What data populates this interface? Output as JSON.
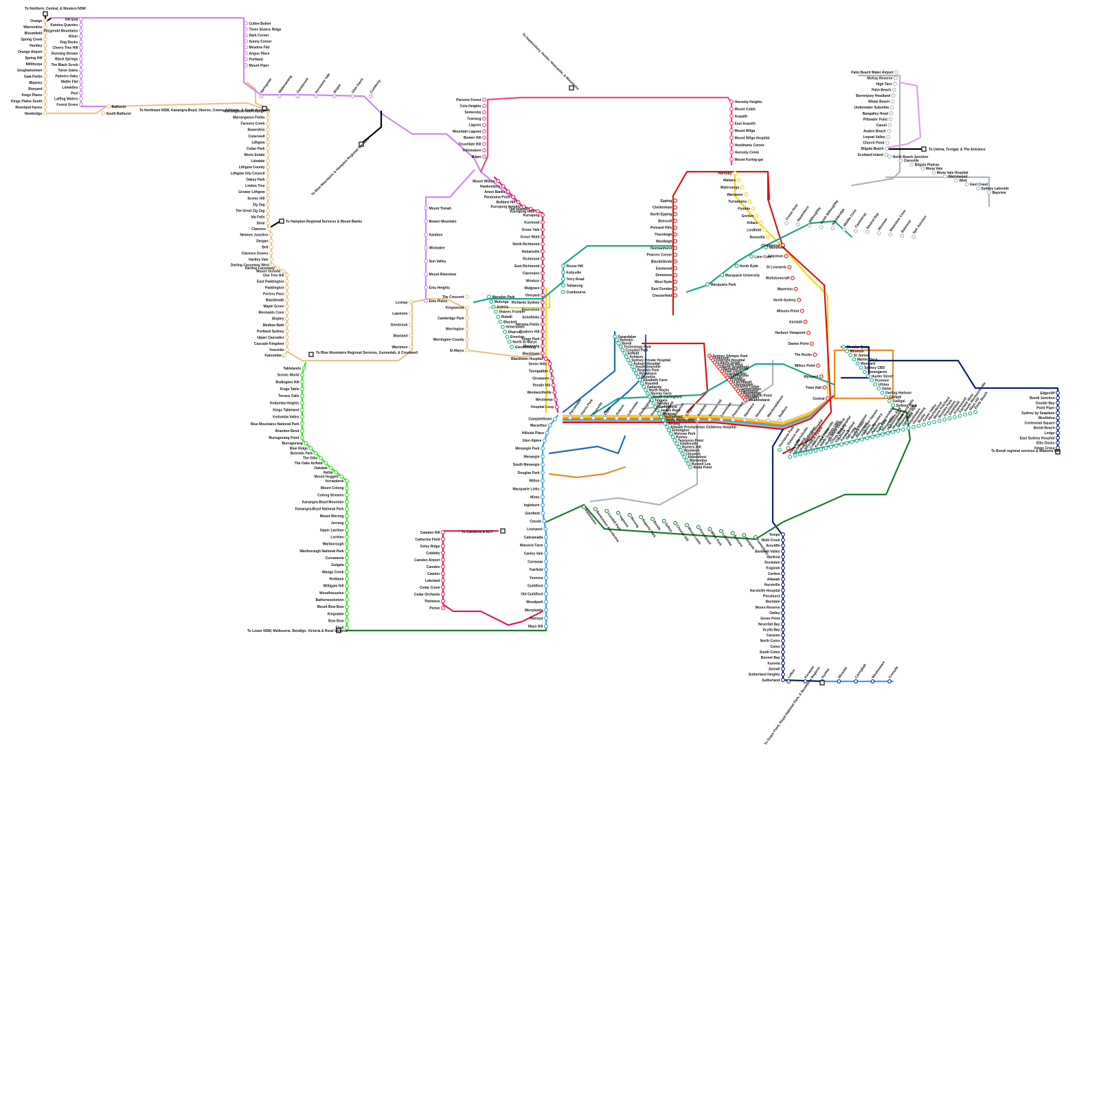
{
  "colors": {
    "purple": "#cc88ee",
    "tan": "#e8c48a",
    "green": "#33dd22",
    "darkgreen": "#1a7a2a",
    "teal": "#1aa58a",
    "red": "#dd1111",
    "blue": "#1e6ab0",
    "navy": "#0a1f6e",
    "pink": "#ee4488",
    "magenta": "#dd1a66",
    "orange": "#ee8822",
    "yellow": "#ffd400",
    "lilac": "#e0a0e8",
    "grey": "#aab4c0",
    "lime": "#c8e64a",
    "skyblue": "#40a0e0",
    "black": "#000000"
  },
  "destinations": {
    "northern": "To Northern, Central, & Western NSW",
    "northeast": "To Northeast NSW, Kanangra-Boyd, Oberon, Cowra, Adelaide, & South Australia",
    "hampton": "To Hampton Regional Services & Mount Banks",
    "bluemtns_gunnedah": "To Blue Mountains Regional Services, Gunnedah, & Crookwell",
    "bluemtns_hampton": "To Blue Mountains & Hampton Regional Services",
    "hawkesbury": "To Hawkesbury, Hunter, Newcastle, & Mountains",
    "umina": "To Umina, Terrigal, & The Entrance",
    "canberra": "To Canberra & ACT",
    "lower_nsw": "To Lower NSW, Melbourne, Bendigo, Victoria & Rural Victoria",
    "bondi": "To Bondi regional services & Watsons Bay",
    "cronulla": "To Grays Point, Royal National Park, & Bundeena Regions"
  },
  "stations": {
    "orange_line": [
      "Orange",
      "Warrendine",
      "Bloomfield",
      "Spring Creek",
      "Huntley",
      "Orange Airport",
      "Spring Hill",
      "Millthorpe",
      "Greghamstown",
      "Gaia Fields",
      "Blayney",
      "Bonyard",
      "Kings Plains",
      "Kings Plains South",
      "Riverland Farms",
      "Newbridge"
    ],
    "western_main": [
      "Hill End",
      "Kandos Quarries",
      "Fitzgerald Mountains",
      "Wiser",
      "Dog Rocks",
      "Cherry Tree Hill",
      "Running Stream",
      "Black Springs",
      "The Black Scrub",
      "Turon Gates",
      "Palmers Oaky",
      "Wattle Flat",
      "Limekilns",
      "Peel",
      "Laffing Waters",
      "Forest Grove"
    ],
    "bathurst": [
      "Bathurst",
      "South Bathurst"
    ],
    "top_row": [
      "Cullen Bullen",
      "Three Sisters Ridge",
      "Dark Corner",
      "Sunny Corner",
      "Meadow Flat",
      "Angus Place",
      "Portland",
      "Mount Piper"
    ],
    "lithgow_line": [
      "Marrangaroo Interchange",
      "Marrangaroo Fields",
      "Farmers Creek",
      "Bowenfels",
      "Cooerwull",
      "Lithgow",
      "Cobar Park",
      "Morts Estate",
      "Lidsdale",
      "Lithgow County",
      "Lithgow City Council",
      "Oakey Park",
      "Lindon Tree",
      "Greater Lithgow",
      "Scenic Hill",
      "Zig Zag",
      "The Great Zig Zag",
      "Ida Falls",
      "Sinai",
      "Clarence",
      "Newnes Junction",
      "Dargan",
      "Bell",
      "Clarence Downs",
      "Hartley Vale",
      "Darling Causeway West",
      "Darling Causeway",
      "Mount Victoria",
      "One Tree Hill",
      "East Paddington",
      "Paddington",
      "Porters Pass",
      "Blackheath",
      "Maple Grove",
      "Mermaids Cove",
      "Shipley",
      "Medlow Bath",
      "Portland Sydney",
      "Upper Cascades",
      "Cascade Kingdom",
      "Yosemite",
      "Katoomba"
    ],
    "springvale": [
      "Springvale",
      "Wallerawang",
      "Farmbrook",
      "Kerosene Vale",
      "Bogee",
      "Glen Davis",
      "Comleroy"
    ],
    "green_line": [
      "Tablelands",
      "Scenic World",
      "Bodington Hill",
      "Kings Table",
      "Terrace Falls",
      "Kedumba Heights",
      "Kings Tableland",
      "Kedumba Valley",
      "Blue Mountains National Park",
      "Brandon Bend",
      "Burragorang Point",
      "Burragorang",
      "Blue Ridge",
      "Bolrolds Park",
      "The Gibs",
      "The Oaks Airfield",
      "Oakdale",
      "Nattai",
      "Mount Hoggett",
      "Yerranderie",
      "Mount Colong",
      "Colong Streams",
      "Kanangra-Boyd Mountain",
      "Kanangra-Boyd National Park",
      "Mount Werong",
      "Jerrong",
      "Upper Lachlan",
      "Lochlan",
      "Wariborough",
      "Wariborough National Park",
      "Curraweela",
      "Gulgala",
      "Wanga Creek",
      "Redbank",
      "Wiltigam Hill",
      "Woodhouselee",
      "Batherwoolonion",
      "Mount Bow Bow",
      "Kingsdale",
      "Bow Bow",
      "Elmil"
    ],
    "tan_west": [
      "Leonay",
      "Lapstone",
      "Glenbrook",
      "Blaxland",
      "Warrimoo"
    ],
    "tan_penrith": [
      "The Crescent",
      "Kingswood",
      "Cambridge Park",
      "Werrington",
      "Werrington County",
      "St Marys"
    ],
    "north_west": [
      "Parsons Forest",
      "Colo Heights",
      "Somersby",
      "Towrang",
      "Lagoon",
      "Mountain Lagoon",
      "Bowen Hill",
      "Tessellate Hill",
      "Yellomabee",
      "Bilpin",
      "Mount Wilson",
      "Hawkesbury",
      "Amen Banks",
      "Panorama Point",
      "Bellbird Hill",
      "Kurrajong Heights",
      "The Islands",
      "Kurrajong Hills",
      "Kurrajong",
      "Kurmond",
      "Grose Vale",
      "Grose Wold",
      "North Richmond",
      "Hobartville",
      "Richmond",
      "East Richmond",
      "Clarendon",
      "Windsor",
      "Mulgrave",
      "Vineyard",
      "Richards Sydney",
      "Riverstone",
      "Schofields",
      "Nirimba Fields",
      "Quakers Hill",
      "Kings Park",
      "Marayong",
      "Blacktown",
      "Blacktown Hospital",
      "Seven Hills",
      "Toongabbie",
      "Girraween",
      "Pendle Hill",
      "Wentworthville",
      "Westmead",
      "Hospital Loop"
    ],
    "bluemtns_north": [
      "Mount Tomah",
      "Bowen Mountain",
      "Kanibon",
      "Winmalee",
      "Sun Valley",
      "Mount Riverview",
      "Emu Heights",
      "Emu Plains"
    ],
    "teal_west": [
      "Marsden Park",
      "Mulonga",
      "Asteria",
      "Shanes Frontier",
      "Ridwill",
      "Blackett",
      "Hebersham",
      "Dharruk",
      "Emerton",
      "North St Marys",
      "Glendenning"
    ],
    "rouse_hill": [
      "Rouse Hill",
      "Kellyville",
      "Terry Road",
      "Tallawong",
      "Cranbourne"
    ],
    "hornsby": [
      "Hornsby Heights",
      "Mount Colah",
      "Asquith",
      "East Asquith",
      "Mount Wilga",
      "Mount Wilga Hospital",
      "Hookhams Corner",
      "Hornsby Creek",
      "Mount Kuring-gai"
    ],
    "north_shore": [
      "Hornsby",
      "Waitara",
      "Wahroonga",
      "Warrawee",
      "Turramurra",
      "Pymble",
      "Gordon",
      "Killara",
      "Lindfield",
      "Roseville",
      "Chatswood",
      "Artarmon",
      "St Leonards",
      "Wollstonecraft",
      "Waverton",
      "North Sydney",
      "Milsons Point",
      "Kirribilli",
      "Harbour Viewpoint",
      "Dawes Point",
      "The Rocks",
      "Millers Point",
      "Wynyard",
      "Town Hall",
      "Central"
    ],
    "epping": [
      "Epping",
      "Cheltenham",
      "North Epping",
      "Beecroft",
      "Pennant Hills",
      "Thornleigh",
      "Westleigh",
      "Normanhurst",
      "Pearces Corner",
      "Blackhillside",
      "Eastwood",
      "Denistone",
      "West Ryde",
      "East Dundas",
      "Chesterfield"
    ],
    "macquarie": [
      "Macquarie Park",
      "Macquarie University",
      "North Ryde",
      "Lane Cove",
      "Mansfield",
      "Crows Nest",
      "Naremburn",
      "Willoughby",
      "North Willoughby",
      "Northbridge",
      "Middle Cove",
      "Cammeray",
      "Neutral Bay",
      "Mosman",
      "Waterlane Cove",
      "Balmoral",
      "Spit Junction"
    ],
    "northern_beaches": [
      "Palm Beach Water Airport",
      "McKay Reserve",
      "High Tarn",
      "Palm Beach",
      "Barrenjoey Headland",
      "Whale Beach",
      "Underwater Suburbia",
      "Bangalley Head",
      "Pittwater Point",
      "Careel",
      "Avalon Beach",
      "Loquat Valley",
      "Church Point",
      "Bilgola Beach",
      "Scotland Island",
      "North Beach Junction",
      "Clareville",
      "Bilgola Plateau",
      "Mona Vale",
      "Mona Vale Hospital",
      "Warriewood",
      "Wink",
      "East Coast",
      "Sydney Lakeside",
      "Bayview"
    ],
    "east": [
      "Edgecliff",
      "Bondi Junction",
      "Double Bay",
      "Point Piper",
      "Sydney by Seaplane",
      "Woollahra",
      "Centennial Square",
      "Bondi Beach",
      "Lodge",
      "East Sydney Hospital",
      "Ellis Docks",
      "Kings Cross"
    ],
    "south": [
      "Tempe",
      "Wolli Creek",
      "Arncliffe",
      "Bardwell Valley",
      "Banksia",
      "Rockdale",
      "Kogarah",
      "Carlton",
      "Allawah",
      "Hurstville",
      "Hurstville Hospital",
      "Penshurst",
      "Mortdale",
      "Moore Reserve",
      "Oatley",
      "Green Point",
      "Neverfall Bay",
      "Scylla Bay",
      "Caravan",
      "North Como",
      "Como",
      "South Como",
      "Bonnet Bay",
      "Kareela",
      "Jannali",
      "Sutherland Heights",
      "Sutherland",
      "Loftus",
      "Kirrawee",
      "Gymea",
      "Miranda",
      "Caringbah",
      "Woolooware",
      "Cronulla"
    ],
    "southwest": [
      "Campbelltown",
      "Macarthur",
      "Hillside Place",
      "Glen Alpine",
      "Menangle Park",
      "Menangle",
      "South Menangle",
      "Douglas Park",
      "Wilton",
      "Macquarie Links",
      "Minto",
      "Ingleburn",
      "Glenfield",
      "Casula",
      "Liverpool",
      "Cabramatta",
      "Warwick Farm",
      "Canley Vale",
      "Carramar",
      "Fairfield",
      "Yennora",
      "Guildford",
      "Old Guildford",
      "Woodpark",
      "Merrylands",
      "Holroyd",
      "Mays Hill",
      "Parramatta",
      "Harris Park",
      "Granville",
      "Clyde",
      "Auburn",
      "Lidcombe",
      "Flemington",
      "Homebush",
      "Strathfield",
      "Burwood",
      "Croydon",
      "Ashfield",
      "Summer Hill",
      "Lewisham",
      "Petersham",
      "Stanmore",
      "Newtown",
      "Macdonaldtown",
      "Redfern"
    ],
    "camden": [
      "Camden Hill",
      "Catherine Field",
      "Oxley Ridge",
      "Cobbitty",
      "Camden Airport",
      "Camden",
      "Cawdor",
      "Lakeland",
      "Cedar Creek",
      "Cedar Orchards",
      "Thirlmere",
      "Picton"
    ],
    "bankstown": [
      "Bankstown",
      "Bankstown Aerodrome",
      "Condell Park",
      "Yagoona",
      "Birrong",
      "Regents Park",
      "Berala",
      "Sefton",
      "Chester Hill",
      "Mount Lewis",
      "Punchbowl",
      "Wiley Park",
      "Lakemba",
      "Belmore",
      "Campsie",
      "Canterbury",
      "Hurlstone Park",
      "Dulwich Hill",
      "Marrickville",
      "Sydenham",
      "St Peters",
      "Erskineville",
      "Alexandria",
      "Botany",
      "Zetland",
      "Kensington",
      "Green Square",
      "Rosebery",
      "Beaconsfield",
      "Moore Park",
      "Strawberry Hills",
      "Surry Hills"
    ],
    "cbd": [
      "Circular Quay",
      "Museum",
      "St James",
      "Martin Place",
      "Wynyard",
      "Sydney CBD",
      "Barangaroo",
      "Hunter Street",
      "Pyrmont",
      "Ultimo",
      "Glebe",
      "Darling Harbour",
      "Cadigal",
      "Gadigal",
      "Sydney Yard"
    ],
    "olympic": [
      "Sydney Olympic Park",
      "Concord",
      "Concord Hospital",
      "Liberty Grove",
      "Concord West",
      "North Strathfield",
      "Burwood North",
      "Five Dock",
      "Canada Bay",
      "Drummoyne",
      "Rozelle",
      "Lilyfield",
      "Leichhardt",
      "Annandale",
      "Forest Lodge",
      "Camperdown",
      "Darlington",
      "Newington",
      "Wentworth Point",
      "Rhodes",
      "Meadowbank"
    ],
    "misc": [
      "Gwandalan",
      "Balmain",
      "Bondi",
      "Technology Park",
      "Croydon Park",
      "Enfield",
      "Ashbury",
      "Sydney Private Hospital",
      "Auburn Hospital",
      "South Granville",
      "Regents Park",
      "Rydalmere",
      "Camellia",
      "Elizabeth Farm",
      "Rosehill",
      "Oatlands",
      "North Rocks",
      "Murray Farm",
      "South Carlingford",
      "Telopea",
      "Dundas",
      "Carlingford",
      "James Ruse",
      "Mulgoa",
      "Northmead",
      "North Parramatta",
      "Nerang",
      "Allawah Presbyterian Childrens Hospital",
      "Ermington",
      "Melrose Park",
      "Putney",
      "Tennyson Point",
      "Gladesville",
      "Hunters Hill",
      "Woolwich",
      "Chiswick",
      "Abbotsford",
      "Wareemba",
      "Russell Lea",
      "Rodd Point",
      "Haberfield",
      "Greenwich",
      "Wollstonecraft Hospital",
      "Milsons",
      "Cremorne",
      "Kurraba Point",
      "North Sydney CBD",
      "North Metro Central",
      "Crows Nest Hospital",
      "Flat Rock",
      "Palmers",
      "Tom Ugly",
      "Beverly Hills",
      "Riverwood",
      "Padstow",
      "Revesby",
      "Panania",
      "East Hills",
      "Holsworthy",
      "Hammondville",
      "Moorebank",
      "Chipping Norton",
      "Cecil Hills",
      "Ampitheatre",
      "Heckenberg",
      "Busby",
      "Green Valley",
      "Hinchinbrook",
      "Mount Pritchard",
      "Bossley Park",
      "Greystanes",
      "Smithfield",
      "Prairiewood",
      "Fairfield West",
      "South Wentworthville",
      "Mays Hill",
      "Emily Beach"
    ]
  }
}
